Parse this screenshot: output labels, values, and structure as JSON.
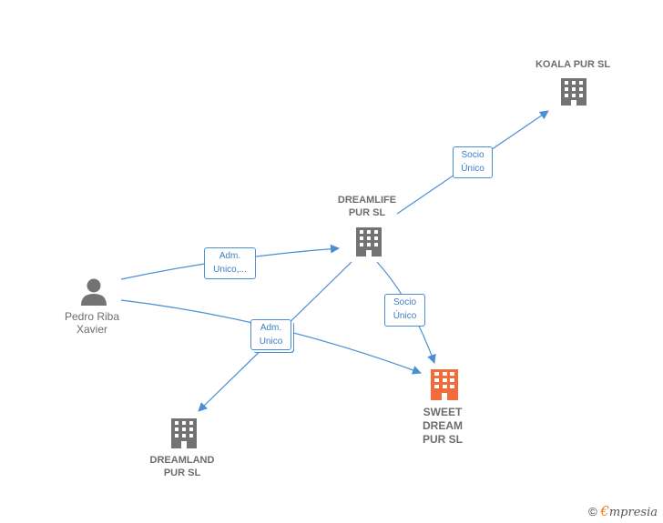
{
  "nodes": {
    "koala": {
      "label": "KOALA PUR SL"
    },
    "dreamlife": {
      "label": "DREAMLIFE\nPUR  SL"
    },
    "pedro": {
      "label": "Pedro Riba\nXavier"
    },
    "sweet": {
      "label": "SWEET\nDREAM\nPUR  SL"
    },
    "dreamland": {
      "label": "DREAMLAND\nPUR SL"
    }
  },
  "edges": {
    "dreamlife_koala": {
      "label": "Socio\nÚnico"
    },
    "pedro_dreamlife": {
      "label": "Adm.\nUnico,..."
    },
    "dreamlife_sweet": {
      "label": "Socio\nÚnico"
    },
    "adm_unico": {
      "label": "Adm.\nUnico"
    }
  },
  "colors": {
    "company": "#737373",
    "target": "#f26b3a",
    "edge": "#4a8fd6"
  },
  "watermark": {
    "symbol": "©",
    "brand_initial": "€",
    "brand_rest": "mpresia"
  }
}
